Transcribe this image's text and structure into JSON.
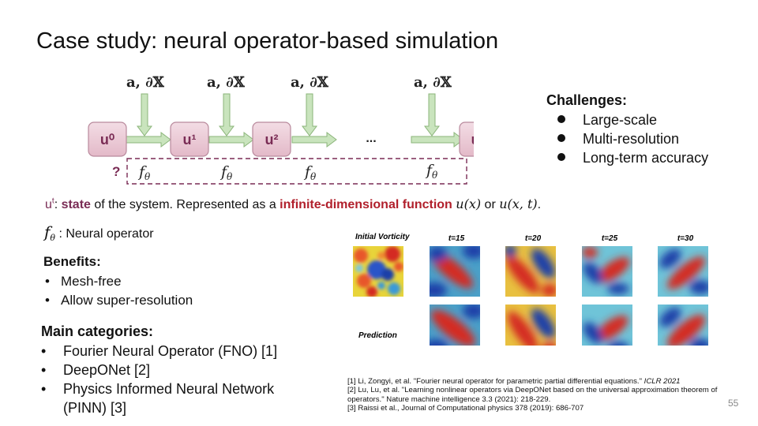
{
  "slide": {
    "title": "Case study: neural operator-based simulation",
    "page_number": "55"
  },
  "diagram": {
    "states": [
      "u⁰",
      "u¹",
      "u²",
      "uᵀ"
    ],
    "input_label": "a, ∂𝕏",
    "ellipsis": "...",
    "operator_label": "f",
    "operator_sub": "θ",
    "question": "?"
  },
  "challenges": {
    "heading": "Challenges:",
    "items": [
      "Large-scale",
      "Multi-resolution",
      "Long-term accuracy"
    ]
  },
  "state_line": {
    "u": "u",
    "sup": "t",
    "colon": ": ",
    "state_word": "state",
    "mid": " of the system. Represented as a ",
    "infinite": "infinite-dimensional function",
    "space": " ",
    "math1": "u(x)",
    "or": " or ",
    "math2": "u(x, t)",
    "end": "."
  },
  "operator_line": {
    "f": "f",
    "sub": "θ",
    "text": " : Neural operator"
  },
  "benefits": {
    "heading": "Benefits:",
    "items": [
      "Mesh-free",
      "Allow super-resolution"
    ]
  },
  "categories": {
    "heading": "Main categories:",
    "items": [
      "Fourier Neural Operator (FNO) [1]",
      "DeepONet [2]",
      "Physics Informed Neural Network",
      "(PINN) [3]"
    ]
  },
  "vorticity_figure": {
    "initial_label": "Initial Vorticity",
    "prediction_label": "Prediction",
    "time_labels": [
      "t=15",
      "t=20",
      "t=25",
      "t=30"
    ]
  },
  "references": {
    "r1_main": "[1] Li, Zongyi, et al. \"Fourier neural operator for parametric partial differential equations.\" ",
    "r1_venue": "ICLR 2021",
    "r2": "[2] Lu, Lu, et al. \"Learning nonlinear operators via DeepONet based on the universal approximation theorem of operators.\" Nature machine intelligence 3.3 (2021): 218-229.",
    "r3": "[3] Raissi et al., Journal of Computational physics 378 (2019): 686-707"
  },
  "colors": {
    "box_fill": "#e9c6d2",
    "box_stroke": "#b98a9d",
    "box_text": "#7a2c55",
    "arrow_fill": "#c9e4bd",
    "arrow_stroke": "#8bb57a",
    "dashed": "#7a2c55",
    "heat_red": "#d42a20",
    "heat_blue": "#1f3fa8"
  }
}
